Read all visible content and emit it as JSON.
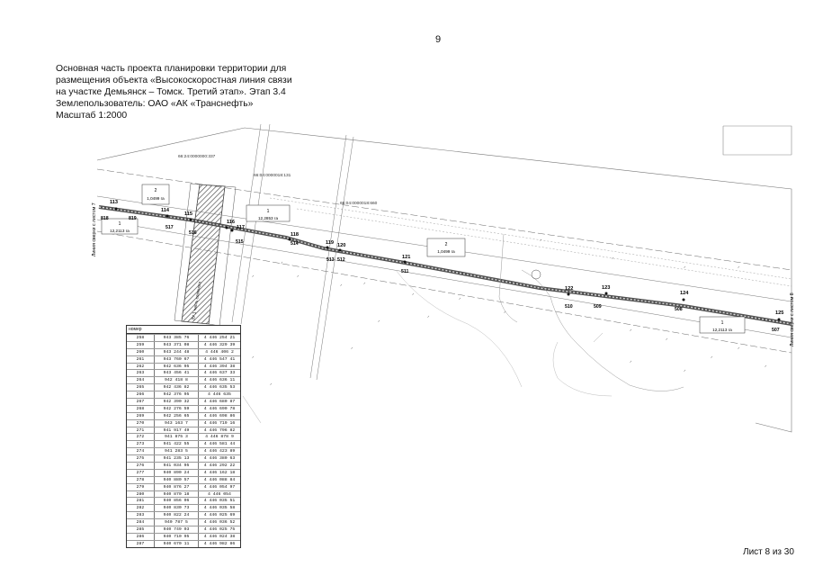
{
  "page_number": "9",
  "header_lines": [
    "Основная часть проекта планировки территории для",
    "размещения объекта «Высокоскоростная линия связи",
    "на участке Демьянск – Томск. Третий этап». Этап 3.4",
    "Землепользователь: ОАО «АК «Транснефть»",
    "Масштаб 1:2000"
  ],
  "sheet_label": "Лист 8 из 30",
  "map": {
    "stations": [
      "113",
      "114",
      "115",
      "116",
      "117",
      "118",
      "119",
      "120",
      "121",
      "122",
      "123",
      "124",
      "125"
    ],
    "points": [
      "818",
      "819",
      "517",
      "516",
      "515",
      "514",
      "513",
      "512",
      "511",
      "510",
      "509",
      "508",
      "507"
    ],
    "parcel_labels": [
      {
        "num": "2",
        "area": "1,0499 га"
      },
      {
        "num": "1",
        "area": "12,2113 га"
      },
      {
        "num": "1",
        "area": "12,2853 га"
      },
      {
        "num": "2",
        "area": "1,0499 га"
      },
      {
        "num": "1",
        "area": "12,2113 га"
      }
    ],
    "cadastral_labels": [
      "66:24:0000000:337",
      "66:04:0000018:131",
      "66:04:0000018:660"
    ],
    "rotated_labels": [
      "Линия сверки с листом 7",
      "Линия сверки с листом 8",
      "ЗУ 1 часть сложного"
    ]
  },
  "coord_table": {
    "header": "номер",
    "rows": [
      [
        "258",
        "943 385 76",
        "4 446 254 21"
      ],
      [
        "259",
        "943 371 08",
        "4 446 329 39"
      ],
      [
        "260",
        "943 244 48",
        "4 446 406 2"
      ],
      [
        "261",
        "943 760 67",
        "4 446 547 41"
      ],
      [
        "262",
        "942 636 95",
        "4 446 394 38"
      ],
      [
        "263",
        "943 456 41",
        "4 446 637 33"
      ],
      [
        "264",
        "942 418 8",
        "4 446 636 11"
      ],
      [
        "265",
        "942 436 82",
        "4 446 635 53"
      ],
      [
        "266",
        "942 376 95",
        "4 446 635"
      ],
      [
        "267",
        "942 390 32",
        "4 446 680 87"
      ],
      [
        "268",
        "942 276 59",
        "4 446 690 78"
      ],
      [
        "269",
        "942 256 65",
        "4 446 698 86"
      ],
      [
        "270",
        "943 163 7",
        "4 446 719 16"
      ],
      [
        "271",
        "941 917 49",
        "4 446 796 82"
      ],
      [
        "272",
        "941 875 3",
        "4 446 878 9"
      ],
      [
        "273",
        "941 422 55",
        "4 446 581 44"
      ],
      [
        "274",
        "941 283 5",
        "4 446 423 89"
      ],
      [
        "275",
        "941 235 13",
        "4 446 380 63"
      ],
      [
        "276",
        "941 034 95",
        "4 446 292 22"
      ],
      [
        "277",
        "940 890 24",
        "4 446 162 18"
      ],
      [
        "278",
        "940 880 57",
        "4 446 088 84"
      ],
      [
        "279",
        "940 876 27",
        "4 446 054 97"
      ],
      [
        "280",
        "940 870 18",
        "4 446 054"
      ],
      [
        "281",
        "940 856 06",
        "4 446 035 51"
      ],
      [
        "282",
        "940 830 73",
        "4 446 035 58"
      ],
      [
        "283",
        "940 822 24",
        "4 446 025 69"
      ],
      [
        "284",
        "940 787 5",
        "4 446 036 52"
      ],
      [
        "285",
        "940 749 03",
        "4 446 025 75"
      ],
      [
        "286",
        "940 710 95",
        "4 446 024 38"
      ],
      [
        "287",
        "940 670 11",
        "4 446 982 86"
      ]
    ]
  }
}
